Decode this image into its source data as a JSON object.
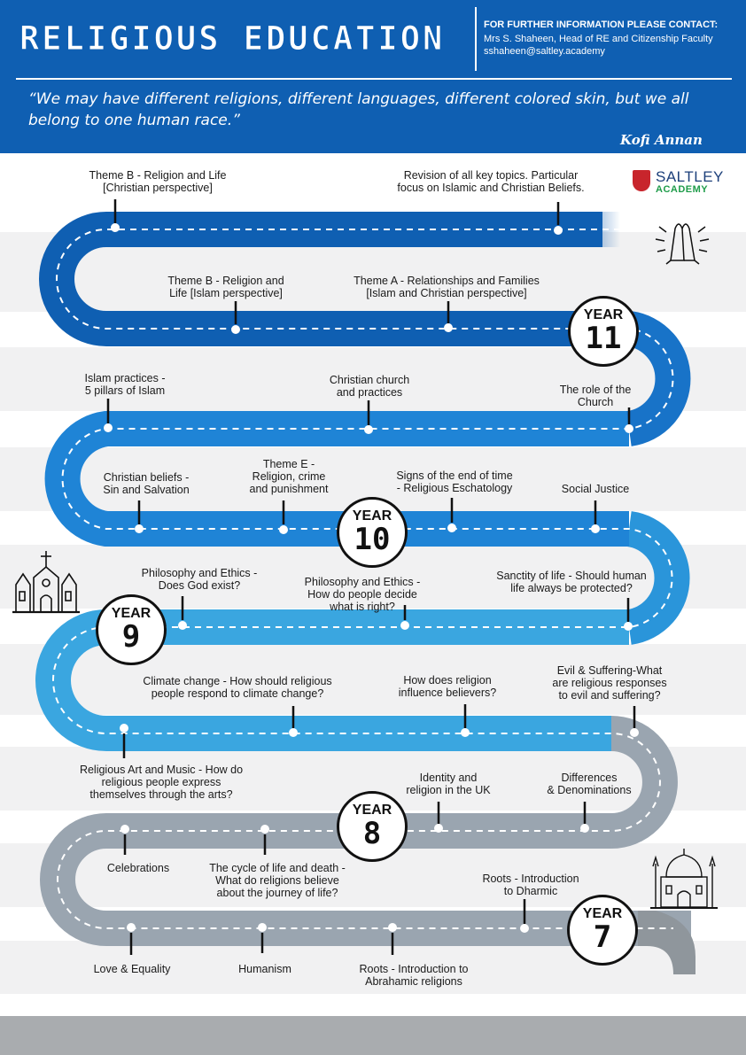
{
  "header": {
    "title": "RELIGIOUS EDUCATION",
    "contact_heading": "FOR FURTHER INFORMATION PLEASE CONTACT:",
    "contact_line1": "Mrs S. Shaheen, Head of RE and Citizenship Faculty",
    "contact_line2": "sshaheen@saltley.academy",
    "quote_line1": "“We may have different religions, different languages, different colored skin, but we all",
    "quote_line2": "belong to one human race.”",
    "quote_author": "Kofi Annan"
  },
  "logo": {
    "name": "SALTLEY",
    "sub": "ACADEMY",
    "icon": "shield-icon"
  },
  "icons": {
    "prayer": "praying-hands-icon",
    "church": "church-icon",
    "mosque": "mosque-icon"
  },
  "colors": {
    "header": "#0f5fb2",
    "year11_road": "#0f5fb2",
    "year10_road": "#1f84d6",
    "year9_road": "#3aa6e0",
    "year8_road": "#9aa5b0",
    "year7_road": "#9aa5b0",
    "footer": "#a9acaf"
  },
  "years": {
    "y11": {
      "label": "YEAR",
      "number": "11"
    },
    "y10": {
      "label": "YEAR",
      "number": "10"
    },
    "y9": {
      "label": "YEAR",
      "number": "9"
    },
    "y8": {
      "label": "YEAR",
      "number": "8"
    },
    "y7": {
      "label": "YEAR",
      "number": "7"
    }
  },
  "topics": {
    "t1": [
      "Theme B -  Religion and Life",
      "[Christian perspective]"
    ],
    "t2": [
      "Revision of all key topics. Particular",
      "focus on Islamic and Christian Beliefs."
    ],
    "t3": [
      "Theme B - Religion and",
      "Life [Islam perspective]"
    ],
    "t4": [
      "Theme A -  Relationships and Families",
      "[Islam and Christian perspective]"
    ],
    "t5": [
      "Islam practices -",
      "5 pillars of Islam"
    ],
    "t6": [
      "Christian church",
      "and practices"
    ],
    "t7": [
      "The role of the",
      "Church"
    ],
    "t8": [
      "Christian beliefs -",
      "Sin and Salvation"
    ],
    "t9": [
      "Theme E -",
      "Religion, crime",
      "and punishment"
    ],
    "t10": [
      "Signs of the end of time",
      "- Religious Eschatology"
    ],
    "t11": [
      "Social Justice"
    ],
    "t12": [
      "Philosophy and Ethics -",
      "Does God exist?"
    ],
    "t13": [
      "Philosophy and Ethics -",
      "How do people decide",
      "what is right?"
    ],
    "t14": [
      "Sanctity of life -  Should human",
      "life always be protected?"
    ],
    "t15": [
      "Climate change - How should religious",
      "people respond to climate change?"
    ],
    "t16": [
      "How does religion",
      "influence believers?"
    ],
    "t17": [
      "Evil & Suffering-What",
      "are religious responses",
      "to evil and suffering?"
    ],
    "t18": [
      "Religious Art and Music - How do",
      "religious people express",
      "themselves through the arts?"
    ],
    "t19": [
      "Identity and",
      "religion in the UK"
    ],
    "t20": [
      "Differences",
      "& Denominations"
    ],
    "t21": [
      "Celebrations"
    ],
    "t22": [
      "The cycle of life and death -",
      "What do religions believe",
      "about the journey of life?"
    ],
    "t23": [
      "Roots - Introduction",
      "to Dharmic"
    ],
    "t24": [
      "Love & Equality"
    ],
    "t25": [
      "Humanism"
    ],
    "t26": [
      "Roots - Introduction to",
      "Abrahamic religions"
    ]
  }
}
